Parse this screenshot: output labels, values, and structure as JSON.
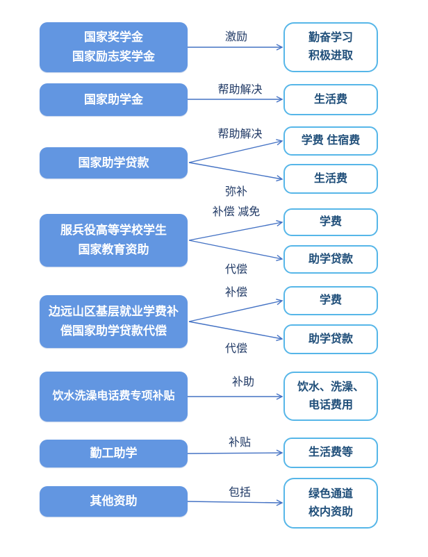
{
  "colors": {
    "source_fill": "#6296E1",
    "source_text": "#FFFFFF",
    "target_border": "#56B6E8",
    "target_text": "#1F4E79",
    "connector": "#4472C4",
    "label_text": "#1F3864",
    "background": "#FFFFFF"
  },
  "rows": [
    {
      "source": [
        "国家奖学金",
        "国家励志奖学金"
      ],
      "links": [
        {
          "label": "激励",
          "target": [
            "勤奋学习",
            "积极进取"
          ]
        }
      ]
    },
    {
      "source": [
        "国家助学金"
      ],
      "links": [
        {
          "label": "帮助解决",
          "target": [
            "生活费"
          ]
        }
      ]
    },
    {
      "source": [
        "国家助学贷款"
      ],
      "links": [
        {
          "label": "帮助解决",
          "target": [
            "学费 住宿费"
          ]
        },
        {
          "label": "弥补",
          "target": [
            "生活费"
          ]
        }
      ]
    },
    {
      "source": [
        "服兵役高等学校学生",
        "国家教育资助"
      ],
      "links": [
        {
          "label": "补偿 减免",
          "target": [
            "学费"
          ]
        },
        {
          "label": "代偿",
          "target": [
            "助学贷款"
          ]
        }
      ]
    },
    {
      "source": [
        "边远山区基层就业学费补",
        "偿国家助学贷款代偿"
      ],
      "links": [
        {
          "label": "补偿",
          "target": [
            "学费"
          ]
        },
        {
          "label": "代偿",
          "target": [
            "助学贷款"
          ]
        }
      ]
    },
    {
      "source": [
        "饮水洗澡电话费专项补贴"
      ],
      "links": [
        {
          "label": "补助",
          "target": [
            "饮水、洗澡、",
            "电话费用"
          ]
        }
      ]
    },
    {
      "source": [
        "勤工助学"
      ],
      "links": [
        {
          "label": "补贴",
          "target": [
            "生活费等"
          ]
        }
      ]
    },
    {
      "source": [
        "其他资助"
      ],
      "links": [
        {
          "label": "包括",
          "target": [
            "绿色通道",
            "校内资助"
          ]
        }
      ]
    }
  ]
}
